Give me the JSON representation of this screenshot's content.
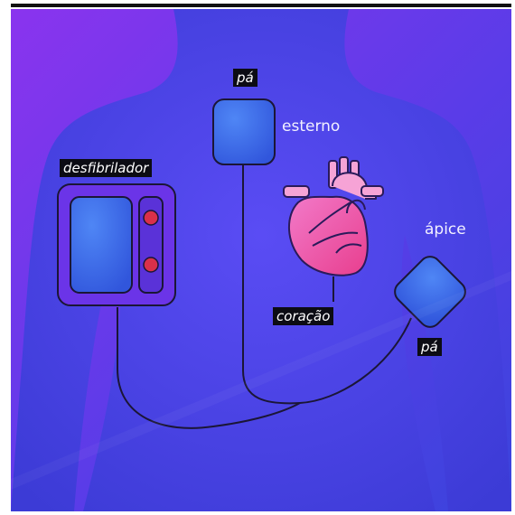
{
  "labels": {
    "pa_top": "pá",
    "esterno": "esterno",
    "desfibrilador": "desfibrilador",
    "apice": "ápice",
    "coracao": "coração",
    "pa_bottom": "pá"
  },
  "colors": {
    "background_top": "#7a33ee",
    "background_bottom": "#3d3bd8",
    "body": "#4b44ea",
    "paddle": "#3f6de9",
    "heart": "#f15bb5",
    "heart_outline": "#2a1a5a",
    "label_bg": "#0c0c14",
    "label_text": "#ffffff",
    "indicator": "#d9304a"
  }
}
